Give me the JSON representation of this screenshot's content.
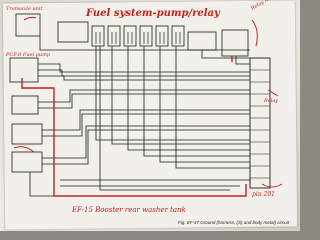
{
  "annotations": {
    "title": "Fuel system-pump/relay",
    "bottom_note": "EF-15 Booster rear washer tank",
    "top_left_note": "Transaxle unit",
    "top_right_note": "Relay Assembly",
    "left_note": "PCF-6 Fuel pump",
    "right_mid_note": "Relay",
    "right_bottom_note": "pin 201"
  },
  "caption": {
    "text": "Fig. EF-47 Ground (harness, (S) and body metal) circuit"
  },
  "box_labels": {
    "top_left": "",
    "left_block_1": "",
    "left_block_2": "",
    "left_block_3": "",
    "left_block_4": "",
    "right_block": ""
  },
  "colors": {
    "wire": "#1a1a1a",
    "annotation": "#c8201e",
    "paper": "#f1f0ea"
  }
}
